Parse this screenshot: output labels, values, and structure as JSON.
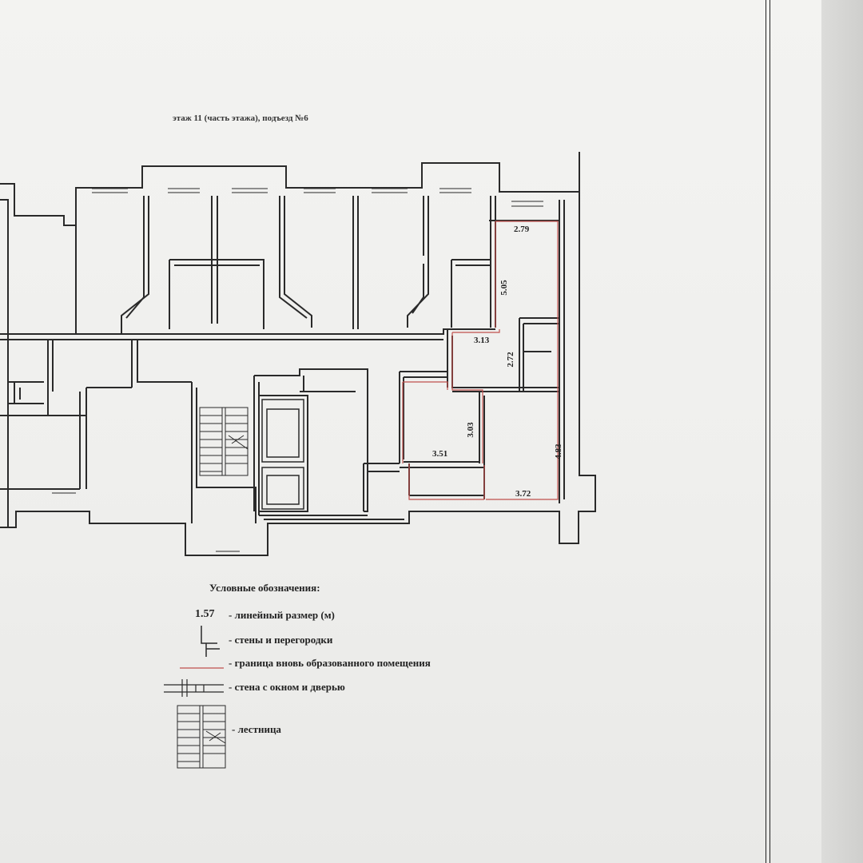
{
  "plan": {
    "caption": "этаж 11 (часть этажа), подъезд №6",
    "dimensions": {
      "top_room_width": "2.79",
      "top_room_height": "5.05",
      "mid_room_width": "3.13",
      "mid_room_height": "2.72",
      "left_room_height": "3.03",
      "left_room_width": "3.51",
      "right_room_height": "4.83",
      "right_room_width": "3.72"
    }
  },
  "legend": {
    "title": "Условные обозначения:",
    "sample_number": "1.57",
    "linear_size": "- линейный размер (м)",
    "walls": "- стены и перегородки",
    "boundary": "- граница вновь образованного помещения",
    "window_door": "- стена с окном и дверью",
    "stairs": "- лестница"
  },
  "colors": {
    "ink": "#2a2a2a",
    "boundary": "#c0504d",
    "paper": "#f1f1ef"
  }
}
